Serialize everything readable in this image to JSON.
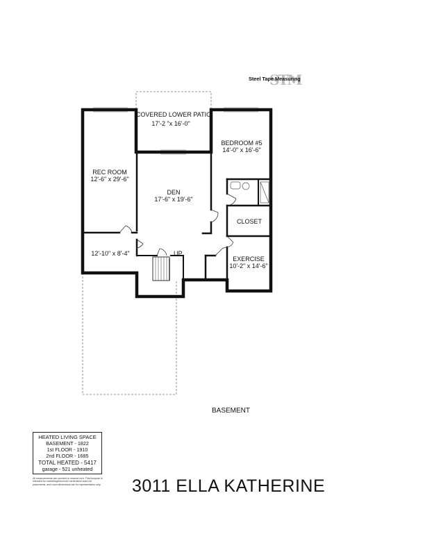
{
  "logo": {
    "text": "Steel Tape Measuring",
    "mark": "STM"
  },
  "rooms": {
    "patio": {
      "name": "COVERED LOWER PATIO",
      "dims": "17'-2 \"x 16'-0\""
    },
    "bedroom5": {
      "name": "BEDROOM #5",
      "dims": "14'-0\" x 16'-6\""
    },
    "rec": {
      "name": "REC ROOM",
      "dims": "12'-6\" x 29'-6\""
    },
    "den": {
      "name": "DEN",
      "dims": "17'-6\" x 19'-6\""
    },
    "closet": {
      "name": "CLOSET"
    },
    "storage": {
      "dims": "12'-10\" x 8'-4\""
    },
    "stairs": {
      "name": "UP"
    },
    "exercise": {
      "name": "EXERCISE",
      "dims": "10'-2\" x 14'-6\""
    }
  },
  "floor_label": "BASEMENT",
  "legend": {
    "title": "HEATED LIVING SPACE",
    "lines": [
      "BASEMENT - 1822",
      "1st FLOOR - 1910",
      "2nd FLOOR - 1685"
    ],
    "total": "TOTAL HEATED - 5417",
    "garage": "garage - 521 unheated"
  },
  "disclaimer": "All measurements are rounded to nearest inch. This floorplan is intended for marketing/brochure/ screenshot does not placements, and room dimensions are for representation only.",
  "address": "3011 ELLA KATHERINE"
}
